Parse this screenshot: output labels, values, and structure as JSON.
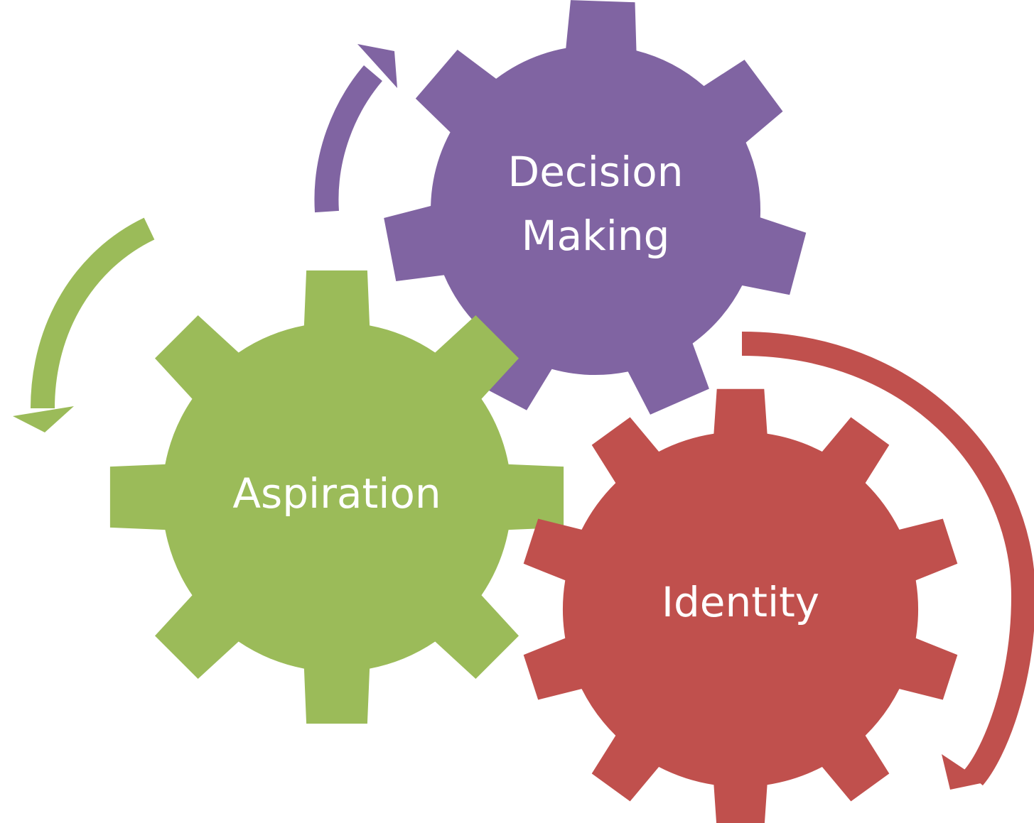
{
  "diagram": {
    "gears": [
      {
        "id": "decision",
        "lines": [
          "Decision",
          "Making"
        ],
        "color": "#8064a2"
      },
      {
        "id": "aspiration",
        "lines": [
          "Aspiration"
        ],
        "color": "#9bbb59"
      },
      {
        "id": "identity",
        "lines": [
          "Identity"
        ],
        "color": "#c0504d"
      }
    ],
    "arrows": [
      {
        "id": "decision-arrow",
        "color": "#8064a2",
        "direction": "clockwise"
      },
      {
        "id": "aspiration-arrow",
        "color": "#9bbb59",
        "direction": "counter-clockwise"
      },
      {
        "id": "identity-arrow",
        "color": "#c0504d",
        "direction": "clockwise"
      }
    ]
  }
}
